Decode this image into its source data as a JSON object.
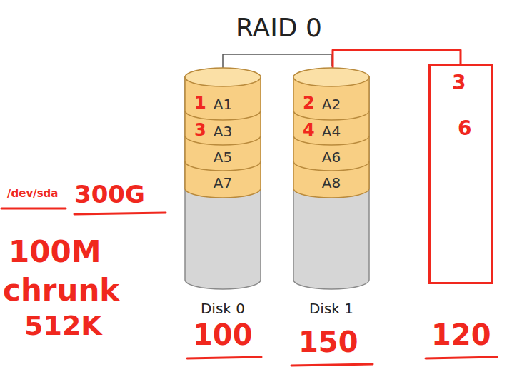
{
  "diagram": {
    "title": "RAID 0",
    "nodes": [
      {
        "text": [
          "Disk 0"
        ]
      },
      {
        "text": [
          "A1",
          "1"
        ],
        "in": 0
      },
      {
        "text": [
          "A3",
          "3"
        ],
        "in": 0
      },
      {
        "text": [
          "A5"
        ],
        "in": 0
      },
      {
        "text": [
          "A7"
        ],
        "in": 0
      },
      {
        "text": [
          "Disk 1"
        ]
      },
      {
        "text": [
          "A2",
          "2"
        ],
        "in": 5
      },
      {
        "text": [
          "A4",
          "4"
        ],
        "in": 5
      },
      {
        "text": [
          "A6"
        ],
        "in": 5
      },
      {
        "text": [
          "A8"
        ],
        "in": 5
      },
      {
        "text": [
          "3",
          "6"
        ]
      }
    ],
    "edges": [
      {
        "from": 0,
        "to": 5,
        "arrow": "none"
      },
      {
        "from": 5,
        "to": 10,
        "arrow": "none"
      }
    ],
    "labels": [
      "/dev/sda",
      "300G",
      "100M",
      "chrunk",
      "512K",
      "100",
      "150",
      "120"
    ]
  }
}
